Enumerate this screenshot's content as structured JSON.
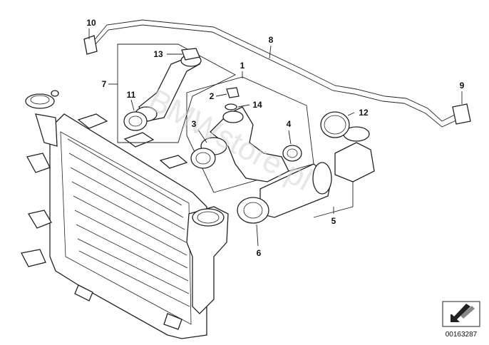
{
  "diagram": {
    "labels": {
      "l1": "1",
      "l2": "2",
      "l3": "3",
      "l4": "4",
      "l5": "5",
      "l6": "6",
      "l7": "7",
      "l8": "8",
      "l9": "9",
      "l10": "10",
      "l11": "11",
      "l12": "12",
      "l13": "13",
      "l14": "14"
    },
    "watermark": "BMWstore.pl",
    "part_number": "00163287"
  },
  "colors": {
    "line": "#222222",
    "watermark": "#d4d4d4",
    "background": "#ffffff"
  },
  "icons": {
    "corner_badge": "arrow-badge-icon"
  }
}
